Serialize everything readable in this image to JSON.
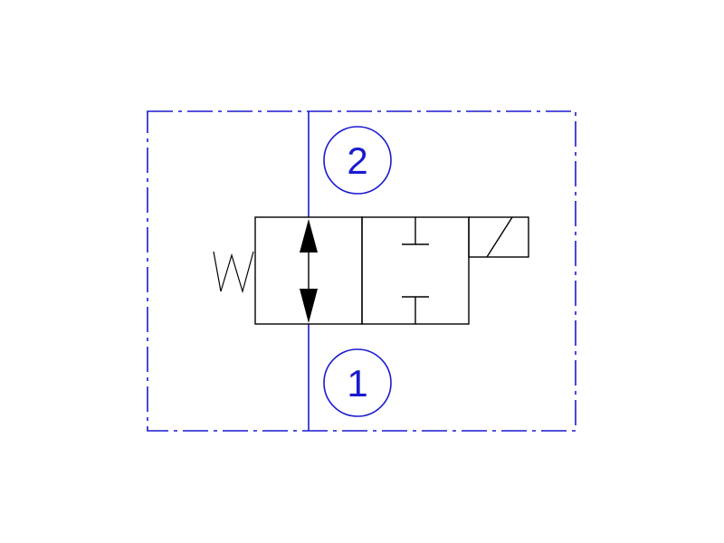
{
  "diagram": {
    "type": "hydraulic-solenoid-valve-symbol",
    "colors": {
      "outline": "#1a1ad0",
      "symbol": "#000000",
      "background": "#ffffff"
    },
    "ports": [
      {
        "id": "port-2",
        "label": "2"
      },
      {
        "id": "port-1",
        "label": "1"
      }
    ]
  }
}
